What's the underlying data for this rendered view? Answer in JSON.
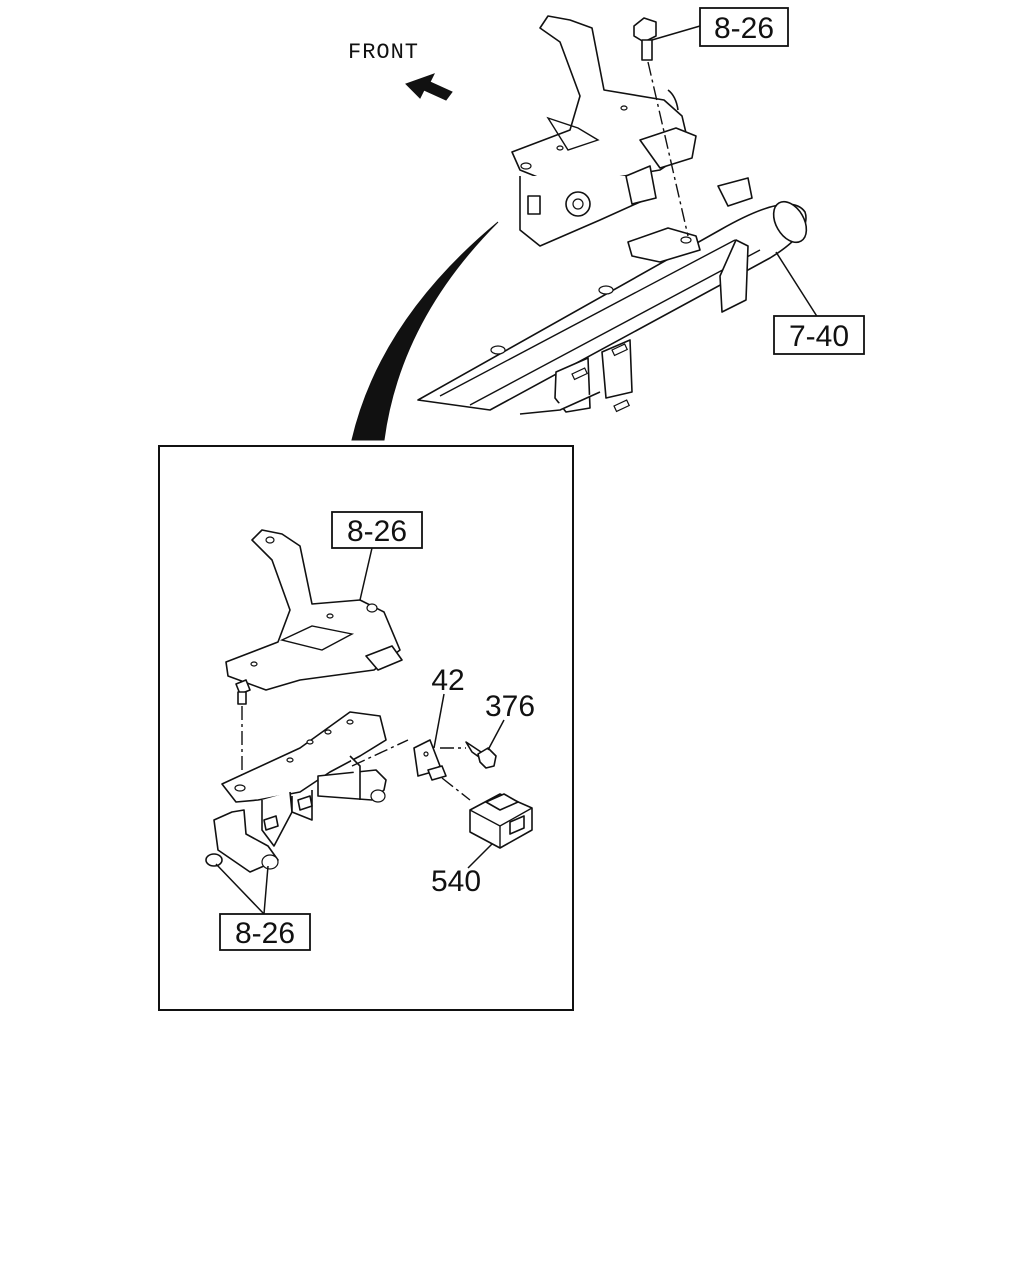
{
  "orientation": {
    "label": "FRONT",
    "icon": "arrow-icon"
  },
  "references": {
    "top_bolt": "8-26",
    "cross_member": "7-40",
    "detail_bracket": "8-26",
    "detail_lower": "8-26"
  },
  "parts": {
    "bracket": "42",
    "bolt": "376",
    "relay": "540"
  }
}
